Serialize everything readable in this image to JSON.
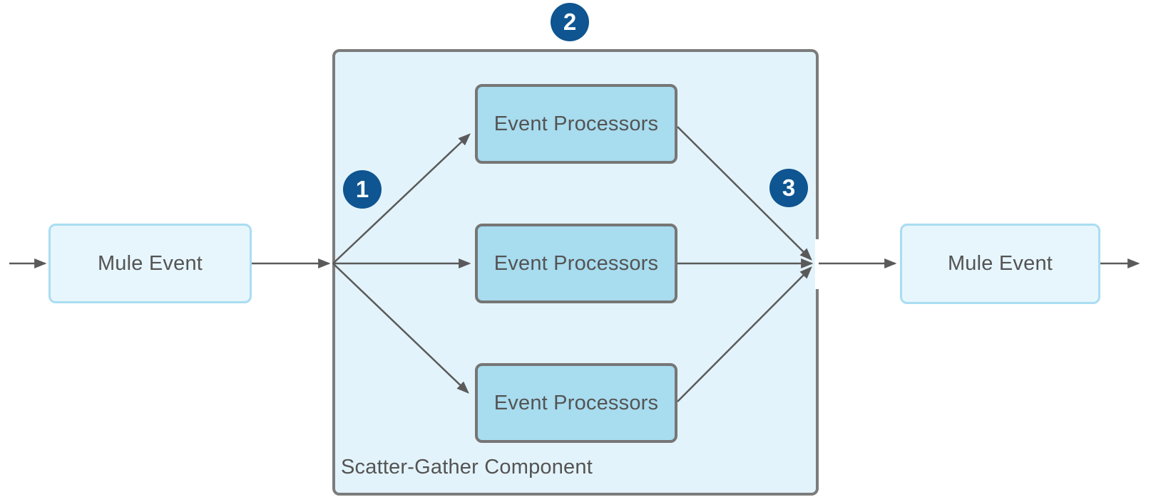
{
  "diagram": {
    "title_hint": "Scatter-Gather flow diagram",
    "left_event": {
      "label": "Mule Event"
    },
    "right_event": {
      "label": "Mule Event"
    },
    "scatter_gather": {
      "label": "Scatter-Gather Component",
      "processors": [
        {
          "label": "Event Processors"
        },
        {
          "label": "Event Processors"
        },
        {
          "label": "Event Processors"
        }
      ]
    },
    "badges": [
      {
        "value": "1"
      },
      {
        "value": "2"
      },
      {
        "value": "3"
      }
    ]
  },
  "colors": {
    "badge_blue": "#0E5591",
    "container_fill": "#E3F3FB",
    "container_border": "#7C7C7C",
    "processor_fill": "#A8DCEF",
    "processor_border": "#767676",
    "event_fill": "#E7F6FD",
    "event_border": "#A9DDF1",
    "arrow": "#5A5A5A",
    "text": "#545454"
  }
}
